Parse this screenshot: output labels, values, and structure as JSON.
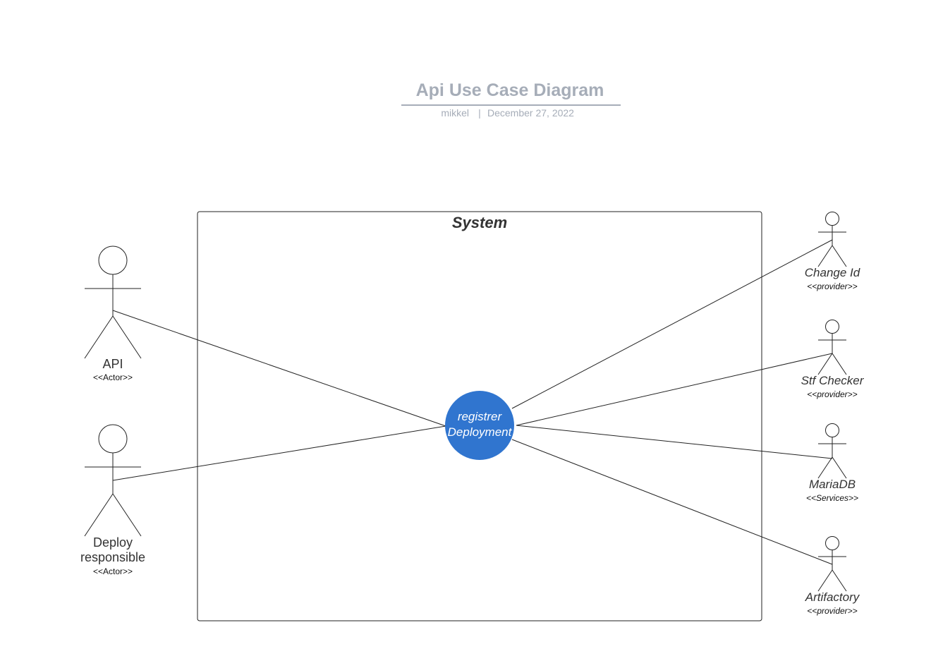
{
  "header": {
    "title": "Api Use Case Diagram",
    "author": "mikkel",
    "separator": "|",
    "date": "December 27, 2022"
  },
  "system": {
    "label": "System"
  },
  "use_case": {
    "line1": "registrer",
    "line2": "Deployment",
    "color": "#3075cf"
  },
  "actors_left": [
    {
      "name_lines": [
        "API"
      ],
      "stereotype": "<<Actor>>"
    },
    {
      "name_lines": [
        "Deploy",
        "responsible"
      ],
      "stereotype": "<<Actor>>"
    }
  ],
  "actors_right": [
    {
      "name": "Change Id",
      "stereotype": "<<provider>>"
    },
    {
      "name": "Stf Checker",
      "stereotype": "<<provider>>"
    },
    {
      "name": "MariaDB",
      "stereotype": "<<Services>>"
    },
    {
      "name": "Artifactory",
      "stereotype": "<<provider>>"
    }
  ]
}
